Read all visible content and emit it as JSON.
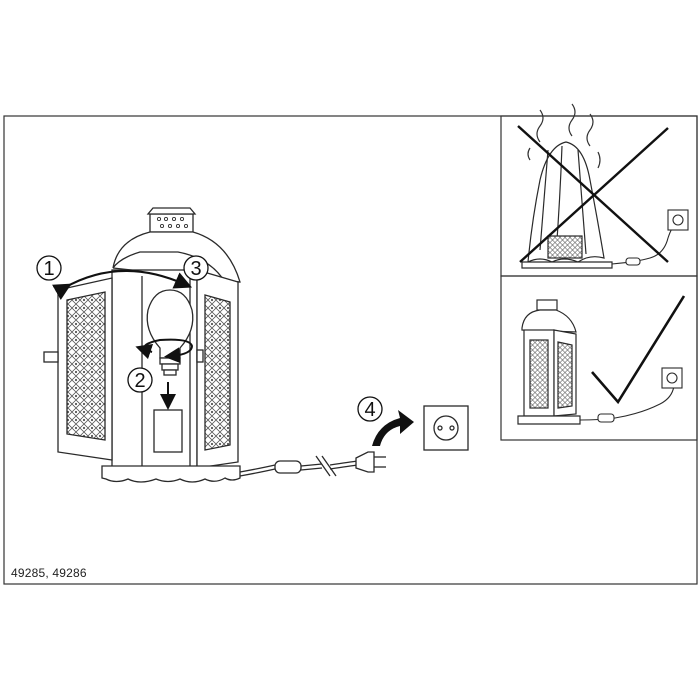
{
  "steps": [
    {
      "number": "1"
    },
    {
      "number": "2"
    },
    {
      "number": "3"
    },
    {
      "number": "4"
    }
  ],
  "model_code": "49285, 49286",
  "panels": {
    "wrong": {
      "mark": "cross"
    },
    "right": {
      "mark": "check"
    }
  },
  "colors": {
    "line": "#2a2a2a",
    "background": "#ffffff"
  }
}
